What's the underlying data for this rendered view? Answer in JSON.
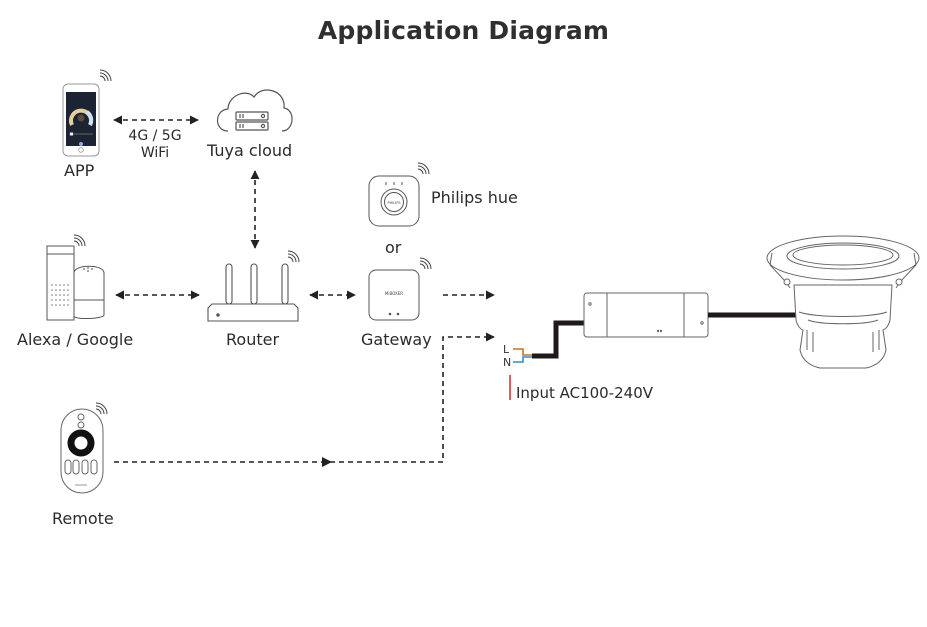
{
  "title": "Application Diagram",
  "nodes": {
    "app": {
      "label": "APP",
      "icon": "smartphone-icon"
    },
    "cloud": {
      "label": "Tuya  cloud",
      "icon": "cloud-server-icon"
    },
    "link_app_cloud": {
      "line1": "4G / 5G",
      "line2": "WiFi"
    },
    "alexa_google": {
      "label": "Alexa / Google",
      "icon": "smart-speaker-icon"
    },
    "router": {
      "label": "Router",
      "icon": "router-icon"
    },
    "philips_hue": {
      "label": "Philips hue",
      "icon": "hue-bridge-icon",
      "brand_text": "PHILIPS"
    },
    "or": {
      "label": "or"
    },
    "gateway": {
      "label": "Gateway",
      "icon": "gateway-icon",
      "brand_text": "MiBOXER"
    },
    "remote": {
      "label": "Remote",
      "icon": "remote-control-icon"
    },
    "driver": {
      "icon": "led-driver-icon",
      "wire_l": "L",
      "wire_n": "N"
    },
    "input": {
      "label": "Input AC100-240V"
    },
    "downlight": {
      "icon": "downlight-icon"
    }
  },
  "colors": {
    "line": "#2b2b2b",
    "wire_live": "#c8741e",
    "wire_neutral": "#2f8fd8",
    "input_marker": "#d8232a",
    "cable": "#1e1a18"
  }
}
